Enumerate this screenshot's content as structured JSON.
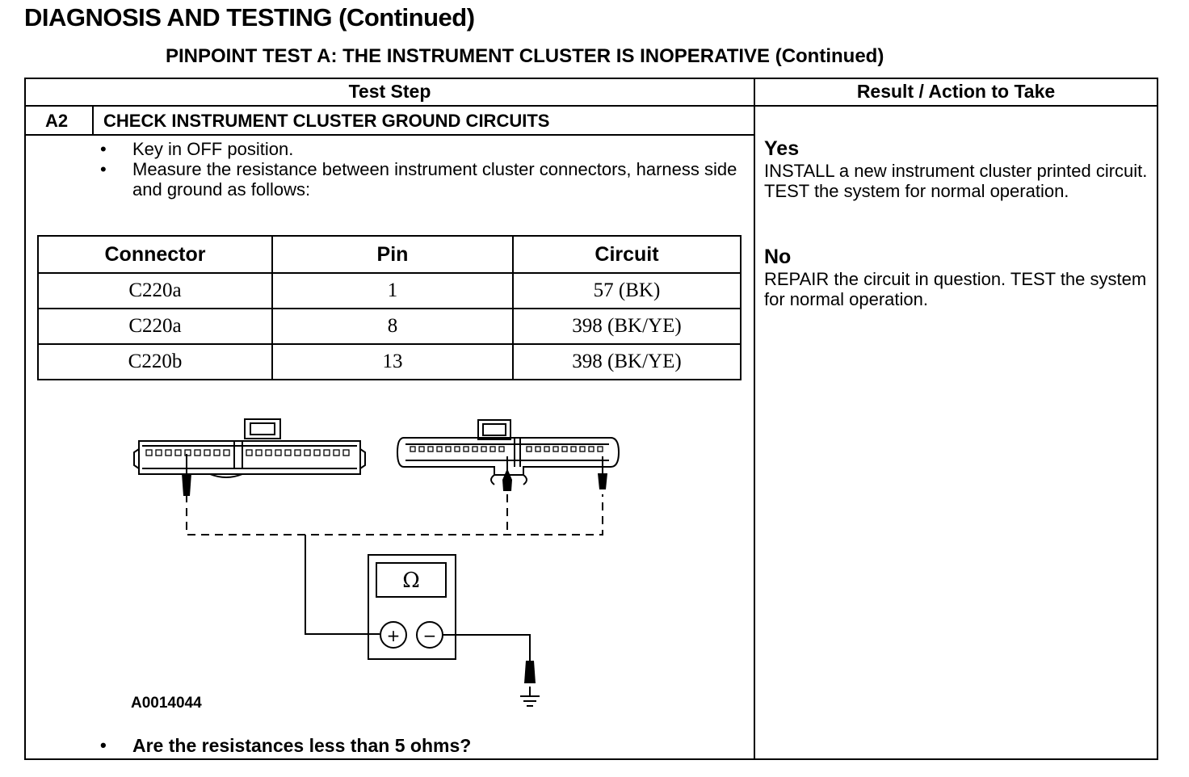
{
  "page_heading": "DIAGNOSIS AND TESTING (Continued)",
  "test_heading": "PINPOINT TEST  A: THE INSTRUMENT CLUSTER IS INOPERATIVE (Continued)",
  "columns": {
    "test_step": "Test Step",
    "result": "Result / Action to Take"
  },
  "step": {
    "id": "A2",
    "title": "CHECK INSTRUMENT CLUSTER GROUND CIRCUITS",
    "bullets": [
      "Key in OFF position.",
      "Measure the resistance between instrument cluster connectors, harness side and ground as follows:"
    ],
    "bullet_symbol": "•",
    "question": "Are the resistances less than 5 ohms?",
    "figure_code": "A0014044",
    "meter_symbol": "Ω",
    "plus_symbol": "+",
    "minus_symbol": "−"
  },
  "table": {
    "headers": [
      "Connector",
      "Pin",
      "Circuit"
    ],
    "rows": [
      [
        "C220a",
        "1",
        "57 (BK)"
      ],
      [
        "C220a",
        "8",
        "398 (BK/YE)"
      ],
      [
        "C220b",
        "13",
        "398 (BK/YE)"
      ]
    ]
  },
  "results": [
    {
      "heading": "Yes",
      "text": "INSTALL a new instrument cluster printed circuit. TEST the system for normal operation."
    },
    {
      "heading": "No",
      "text": "REPAIR the circuit in question. TEST the system for normal operation."
    }
  ]
}
